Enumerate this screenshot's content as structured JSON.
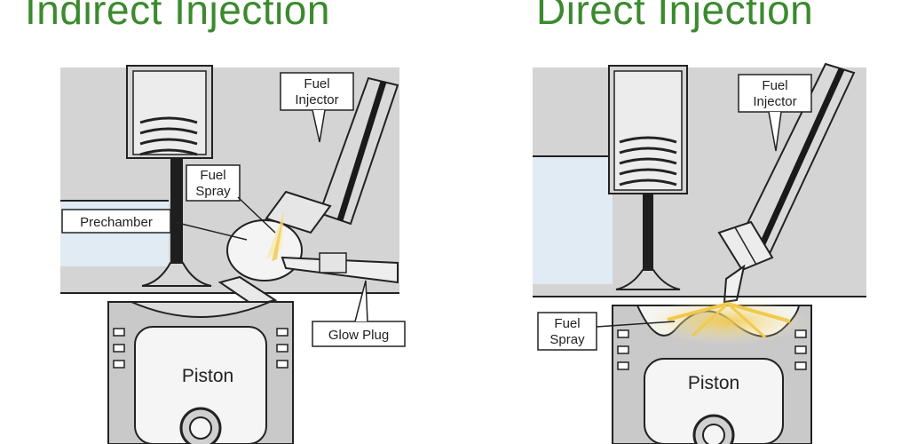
{
  "colors": {
    "title": "#3b8a2e",
    "head": "#d4d4d4",
    "piston": "#c9c9c9",
    "chamber": "#ebebeb",
    "intake": "#dfeaf2",
    "spray": "#f2c94c",
    "outline": "#222222"
  },
  "indirect": {
    "title": "Indirect Injection",
    "labels": {
      "fuel_injector_1": "Fuel",
      "fuel_injector_2": "Injector",
      "fuel_spray_1": "Fuel",
      "fuel_spray_2": "Spray",
      "prechamber": "Prechamber",
      "glow_plug": "Glow Plug",
      "piston": "Piston"
    }
  },
  "direct": {
    "title": "Direct Injection",
    "labels": {
      "fuel_injector_1": "Fuel",
      "fuel_injector_2": "Injector",
      "fuel_spray_1": "Fuel",
      "fuel_spray_2": "Spray",
      "piston": "Piston"
    }
  }
}
